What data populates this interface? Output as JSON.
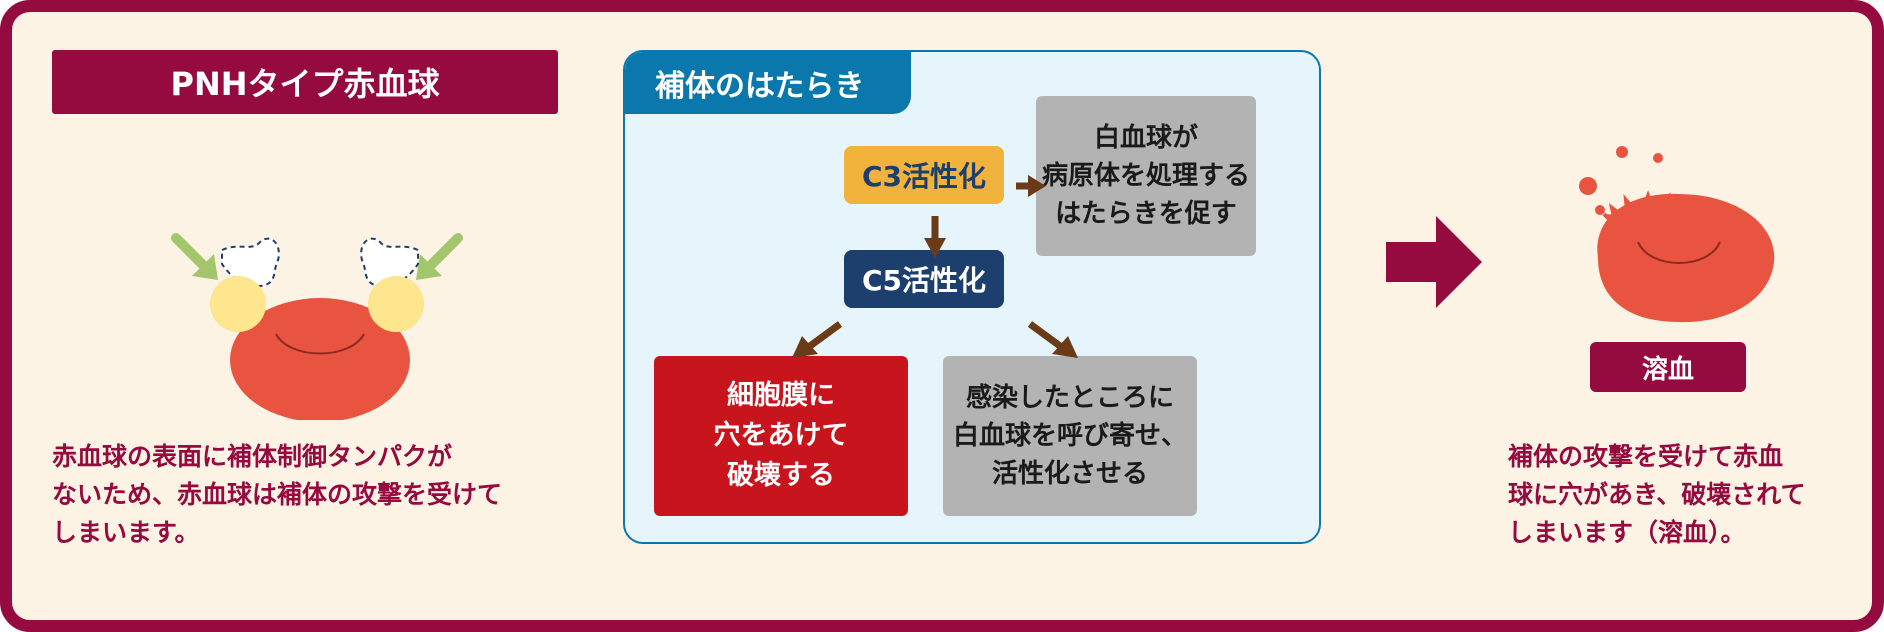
{
  "colors": {
    "border": "#950a3f",
    "background": "#fdf3e4",
    "panel_border": "#0a78ad",
    "panel_fill": "#e5f5fb",
    "rbc": "#e85440",
    "c3": "#f2b33d",
    "c5": "#1d3f6e",
    "membrane_attack": "#c8151d",
    "gray_box": "#b3b3b3",
    "arrow_brown": "#6b3a17",
    "green_arrow": "#a3c66d",
    "yellow_blob": "#fde68e"
  },
  "left": {
    "title": "PNHタイプ赤血球",
    "description": [
      "赤血球の表面に補体制御タンパクが",
      "ないため、赤血球は補体の攻撃を受けて",
      "しまいます。"
    ]
  },
  "middle": {
    "tab": "補体のはたらき",
    "c3": "C3活性化",
    "c5": "C5活性化",
    "wbc_box": [
      "白血球が",
      "病原体を処理する",
      "はたらきを促す"
    ],
    "membrane_box": [
      "細胞膜に",
      "穴をあけて",
      "破壊する"
    ],
    "infection_box": [
      "感染したところに",
      "白血球を呼び寄せ、",
      "活性化させる"
    ]
  },
  "right": {
    "label": "溶血",
    "description": [
      "補体の攻撃を受けて赤血",
      "球に穴があき、破壊されて",
      "しまいます（溶血）。"
    ]
  },
  "icons": {
    "flow_arrow": "chevron-right-arrow",
    "rbc_left": "red-blood-cell",
    "rbc_right": "ruptured-red-blood-cell"
  }
}
